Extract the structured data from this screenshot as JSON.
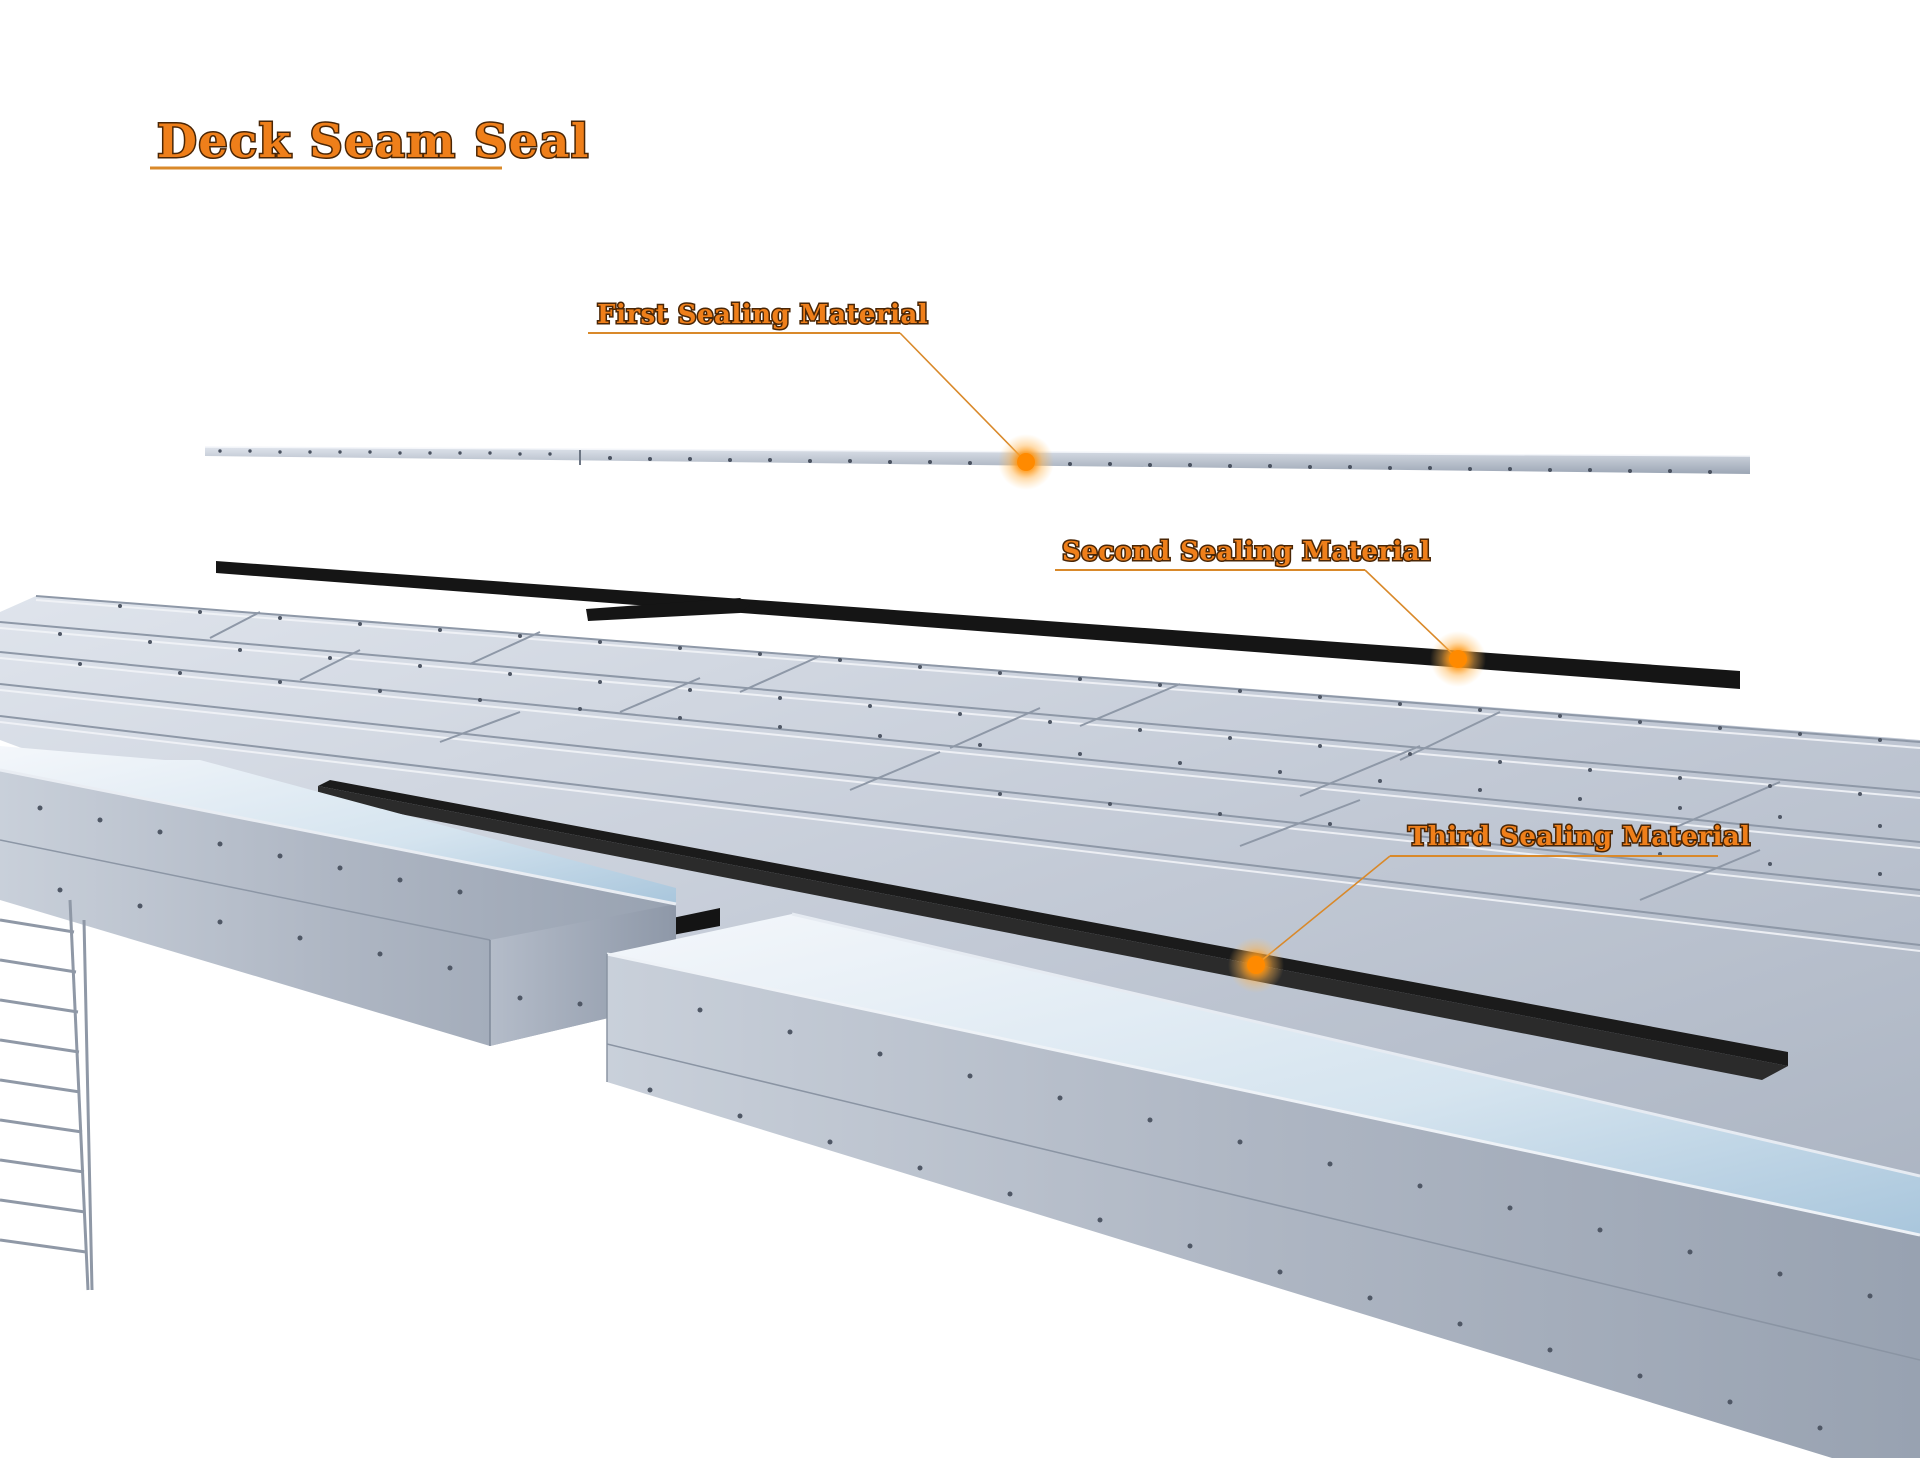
{
  "title": "Deck Seam Seal",
  "callouts": {
    "first": "First Sealing Material",
    "second": "Second Sealing Material",
    "third": "Third Sealing Material"
  },
  "colors": {
    "accent": "#ef7f1a",
    "accent_outline": "#4a2606",
    "leader_line": "#d9892a",
    "panel_metal": "#b9c2cf",
    "seal_black": "#1a1a1a"
  }
}
